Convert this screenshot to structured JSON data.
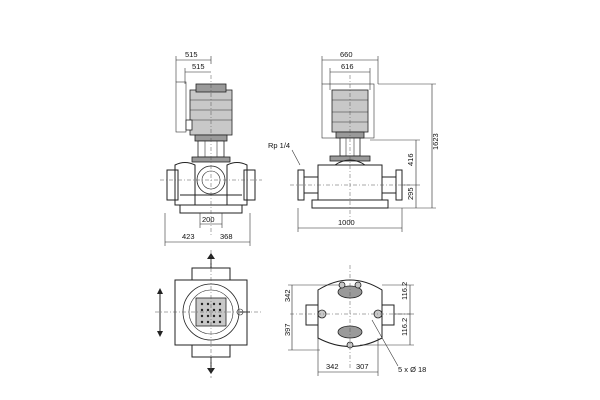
{
  "front_view": {
    "dims": {
      "top1": "515",
      "top2": "515",
      "bottom_center": "200",
      "bottom_left": "423",
      "bottom_right": "368"
    }
  },
  "side_view": {
    "dims": {
      "top1": "660",
      "top2": "616",
      "width": "1000",
      "height_total": "1623",
      "height_upper": "416",
      "height_lower": "295"
    },
    "labels": {
      "rp": "Rp 1/4"
    }
  },
  "plan_view": {
    "dims": {
      "right_top": "116.2",
      "right_bottom": "116.2",
      "left_top": "342",
      "left_bottom": "397",
      "bottom_left": "342",
      "bottom_right": "307"
    },
    "labels": {
      "holes": "5 x Ø 18"
    }
  },
  "colors": {
    "line": "#222222",
    "motor_fill": "#c8c8c8",
    "dark_fill": "#9a9a9a"
  }
}
